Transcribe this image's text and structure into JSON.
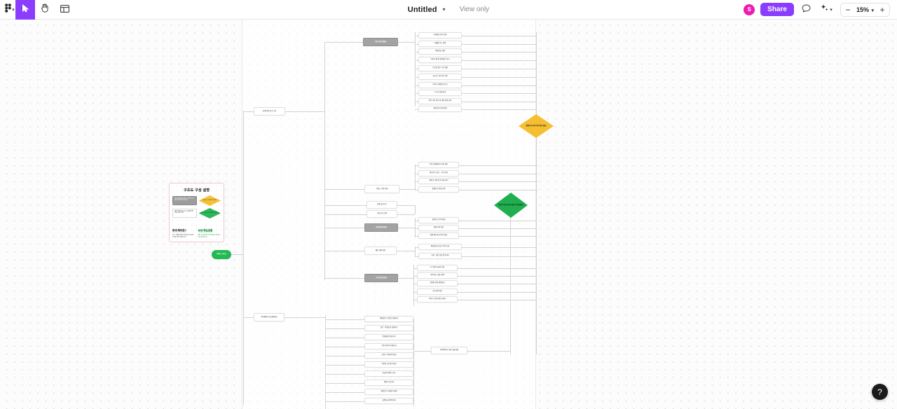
{
  "app": {
    "title": "Untitled",
    "view_mode": "View only",
    "zoom": "15%",
    "share_label": "Share",
    "avatar_initial": "S",
    "help_label": "?",
    "accent_color": "#8b3dff",
    "avatar_color": "#ec1bb0"
  },
  "toolbar": {
    "left_tools": [
      {
        "name": "figjam-menu-icon",
        "label": ""
      },
      {
        "name": "move-tool-icon",
        "label": ""
      },
      {
        "name": "hand-tool-icon",
        "label": ""
      },
      {
        "name": "panels-tool-icon",
        "label": ""
      }
    ],
    "right_tools": [
      {
        "name": "comment-icon",
        "label": ""
      },
      {
        "name": "actions-sparkle-icon",
        "label": ""
      }
    ],
    "zoom_out_label": "−",
    "zoom_in_label": "+"
  },
  "legend": {
    "title": "구조도 구성 설명",
    "rows": [
      {
        "box_kind": "gray",
        "box_text": "대분류(대제목) 영역\n사용자 시나리오 단위의 상위 메뉴",
        "diamond_kind": "yellow",
        "diamond_text": "결정 노드\n조건 분기 처리"
      },
      {
        "box_kind": "white",
        "box_text": "세부 항목(기능) 노드\n실제 화면 · 기능 단위 구성",
        "diamond_kind": "green",
        "diamond_text": "완료 · 결과 노드\n프로세스 종료지점"
      }
    ],
    "footnotes": [
      {
        "heading": "회색 헤더란?",
        "body": "기능 그룹의 대분류 머리말\n하위 세부 항목을 묶어 설명합니다",
        "style": "gray"
      },
      {
        "heading": "녹색 핵심흐름",
        "body": "메인 시나리오의 시작과 끝을\n나타내는 핵심 경로입니다",
        "style": "green"
      }
    ]
  },
  "mindmap": {
    "root": {
      "label": "서비스 구조도",
      "kind": "root"
    },
    "branches": [
      {
        "label": "회원가입 및 로그인",
        "kind": "white",
        "header": {
          "label": "가입 흐름 대분류",
          "kind": "gray"
        },
        "children": [
          "휴대전화 번호 인증",
          "이메일 주소 입력",
          "비밀번호 설정",
          "약관 동의 및 개인정보 처리",
          "프로필 정보 기본 설정",
          "소셜 로그인 연동 처리",
          "아이디 비밀번호 찾기",
          "로그인 상태 유지",
          "중복 가입 방지 및 계정 통합 안내",
          "회원 탈퇴 및 재가입"
        ]
      },
      {
        "label": "결제수단 등록 여부\n확인 필요",
        "kind": "diamond-yellow"
      },
      {
        "label": "서비스 이용 안내",
        "kind": "white",
        "children": [
          "주문 상세페이지 진입 경로",
          "장바구니 담기 · 수량 조정",
          "배송지 선택 및 주소록 관리",
          "결제수단 변경 흐름"
        ]
      },
      {
        "label": "상품 둘러보기",
        "kind": "white"
      },
      {
        "label": "카테고리 탐색",
        "kind": "white"
      },
      {
        "label": "주문결제 대분류",
        "kind": "gray",
        "children": [
          "결제수단 선택 화면",
          "결제 진행 처리",
          "결제 완료 및 영수증 발급"
        ]
      },
      {
        "label": "배송 현황 확인",
        "kind": "white",
        "children": [
          "배송상태 실시간 추적 조회",
          "교환 · 반품 신청 접수처리"
        ]
      },
      {
        "label": "고객지원 대분류",
        "kind": "gray",
        "children": [
          "1:1 문의 등록과 답변",
          "자주 묻는 질문 검색",
          "상담원 연결 채팅상담",
          "공지사항 확인",
          "서비스 개선 의견 보내기"
        ]
      },
      {
        "label": "주문이 정상 완료\n되었는지 확인한다",
        "kind": "diamond-green"
      },
      {
        "label": "마이페이지 및 회원정보",
        "kind": "white",
        "children": [
          "개인정보 수정 및 저장하기",
          "보안 · 비밀번호 변경하기",
          "알림설정 변경 관리",
          "주문 내역과 상세조회",
          "포인트 혁상이력 확인",
          "쿠폰함 프로모션 확인",
          "천금된 컨텐츠 관리",
          "배송지 주소록",
          "결제수단 등록관리 화면",
          "회원등급 혜택 안내"
        ]
      },
      {
        "label": "마이페이지 공통 모듈 통합",
        "kind": "white"
      }
    ]
  }
}
